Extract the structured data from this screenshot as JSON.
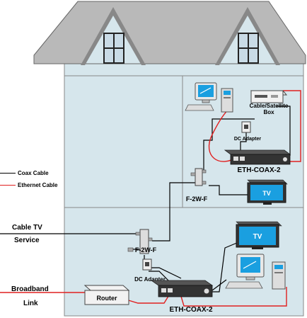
{
  "legend": {
    "coax_label": "Coax Cable",
    "ethernet_label": "Ethernet Cable",
    "coax_color": "#000000",
    "ethernet_color": "#e02020"
  },
  "side_labels": {
    "cable_tv": "Cable TV",
    "service": "Service",
    "broadband": "Broadband",
    "link": "Link"
  },
  "devices": {
    "cable_box": "Cable/Satellite",
    "cable_box_2": "Box",
    "dc_adapter_upper": "DC Adapter",
    "eth_coax_upper": "ETH-COAX-2",
    "f2w_upper": "F-2W-F",
    "tv_upper": "TV",
    "tv_lower": "TV",
    "f2w_lower": "F-2W-F",
    "dc_adapter_lower": "DC Adapter",
    "router": "Router",
    "eth_coax_lower": "ETH-COAX-2"
  },
  "colors": {
    "roof": "#b9b9b9",
    "wall": "#d6e6ec",
    "tv_screen": "#1a9fe0",
    "monitor_screen": "#1a9fe0",
    "window_glass": "#c9dbe6",
    "device_dark": "#333333",
    "ethernet": "#e02020"
  },
  "icons": [
    "house-icon",
    "computer-icon",
    "tv-icon",
    "splitter-icon",
    "router-icon",
    "adapter-icon",
    "cable-box-icon"
  ]
}
